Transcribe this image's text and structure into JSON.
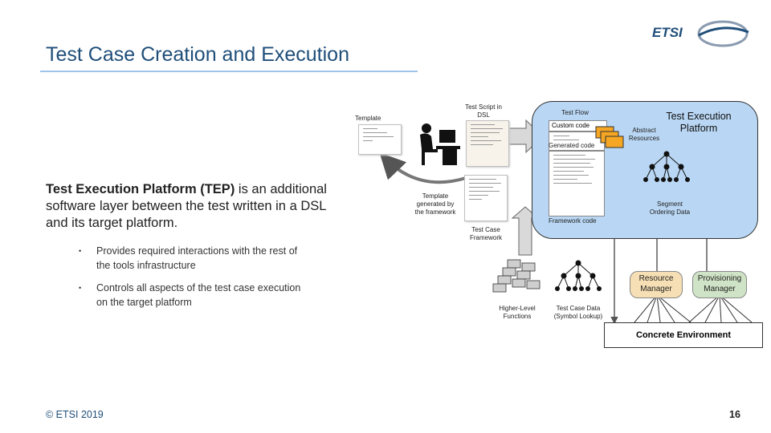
{
  "slide": {
    "title": "Test Case Creation and Execution",
    "logo_text": "ETSI",
    "intro_bold": "Test Execution Platform (TEP)",
    "intro_rest": " is an additional software layer between the test written in a DSL and its target platform.",
    "bullets": [
      "Provides required interactions with the rest of the tools infrastructure",
      "Controls all aspects of the test case execution on the target platform"
    ],
    "bullet_glyph": "•",
    "footer": "© ETSI 2019",
    "page_number": "16"
  },
  "diagram": {
    "template_label": "Template",
    "test_script_label": "Test Script in DSL",
    "template_generated_label": "Template generated by the framework",
    "test_case_framework_label": "Test Case Framework",
    "test_flow_label": "Test Flow",
    "custom_code_label": "Custom code",
    "generated_code_label": "Generated code",
    "framework_code_label": "Framework code",
    "tep_title": "Test Execution Platform",
    "abstract_resources_label": "Abstract Resources",
    "segment_ordering_label": "Segment Ordering Data",
    "higher_level_label": "Higher-Level Functions",
    "test_case_data_label": "Test Case Data (Symbol Lookup)",
    "resource_manager_label": "Resource Manager",
    "provisioning_manager_label": "Provisioning Manager",
    "concrete_env_label": "Concrete Environment",
    "colors": {
      "tep_fill": "#b9d7f4",
      "card_orange": "#f5a623",
      "resource_manager_fill": "#f6dfb4",
      "provisioning_manager_fill": "#cfe3c6",
      "title_blue": "#1f4e79"
    }
  }
}
